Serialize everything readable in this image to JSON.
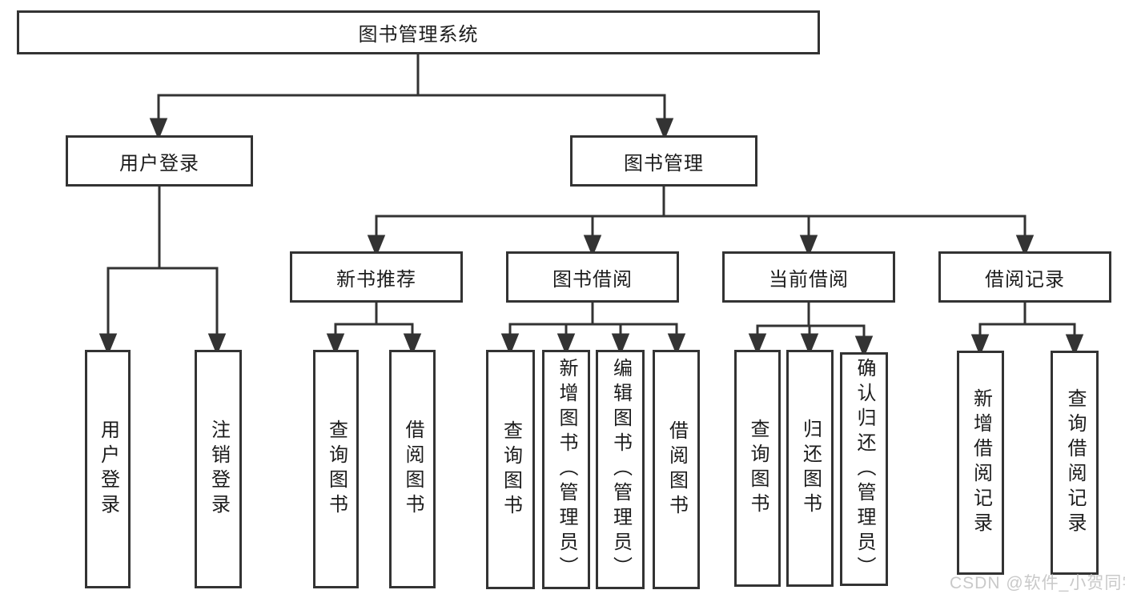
{
  "tree": {
    "label": "图书管理系统",
    "children": [
      {
        "label": "用户登录",
        "children": [
          {
            "label": "用户登录"
          },
          {
            "label": "注销登录"
          }
        ]
      },
      {
        "label": "图书管理",
        "children": [
          {
            "label": "新书推荐",
            "children": [
              {
                "label": "查询图书"
              },
              {
                "label": "借阅图书"
              }
            ]
          },
          {
            "label": "图书借阅",
            "children": [
              {
                "label": "查询图书"
              },
              {
                "label": "新增图书（管理员）"
              },
              {
                "label": "编辑图书（管理员）"
              },
              {
                "label": "借阅图书"
              }
            ]
          },
          {
            "label": "当前借阅",
            "children": [
              {
                "label": "查询图书"
              },
              {
                "label": "归还图书"
              },
              {
                "label": "确认归还（管理员）"
              }
            ]
          },
          {
            "label": "借阅记录",
            "children": [
              {
                "label": "新增借阅记录"
              },
              {
                "label": "查询借阅记录"
              }
            ]
          }
        ]
      }
    ]
  },
  "watermark": {
    "text": "CSDN @软件_小贺同学"
  },
  "colors": {
    "line": "#333333",
    "box_border": "#333333",
    "text": "#1c1c1c",
    "watermark": "#c9c9c9",
    "background": "#ffffff"
  }
}
